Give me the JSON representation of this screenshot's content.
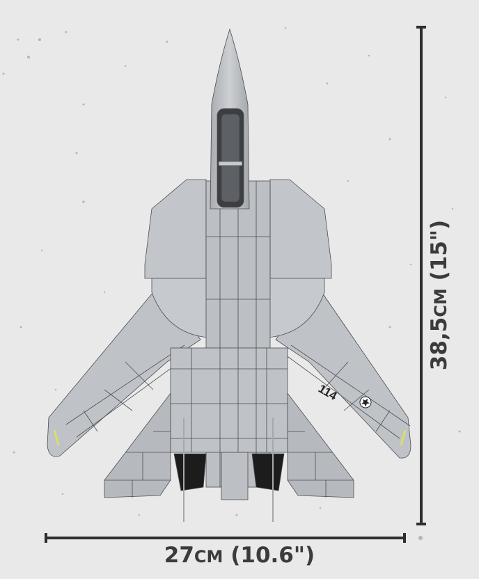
{
  "scene": {
    "subject": "F-14 Tomcat brick-built model, top view",
    "background": "concrete texture",
    "colors": {
      "background": "#e9e9e9",
      "model_gray": "#b9bcc0",
      "model_light": "#c6c9cd",
      "panel_line": "#4a4c50",
      "dimension": "#2e2e2e",
      "label": "#3b3b3b",
      "nozzle": "#1c1c1c",
      "wingtip_marker": "#d8e06a"
    }
  },
  "dimensions": {
    "width": {
      "value": "27",
      "unit": "CM",
      "imperial": "(10.6\")"
    },
    "height": {
      "value": "38,5",
      "unit": "CM",
      "imperial": "(15\")"
    }
  },
  "markings": {
    "tail_number": "114",
    "insignia": "star-roundel"
  }
}
